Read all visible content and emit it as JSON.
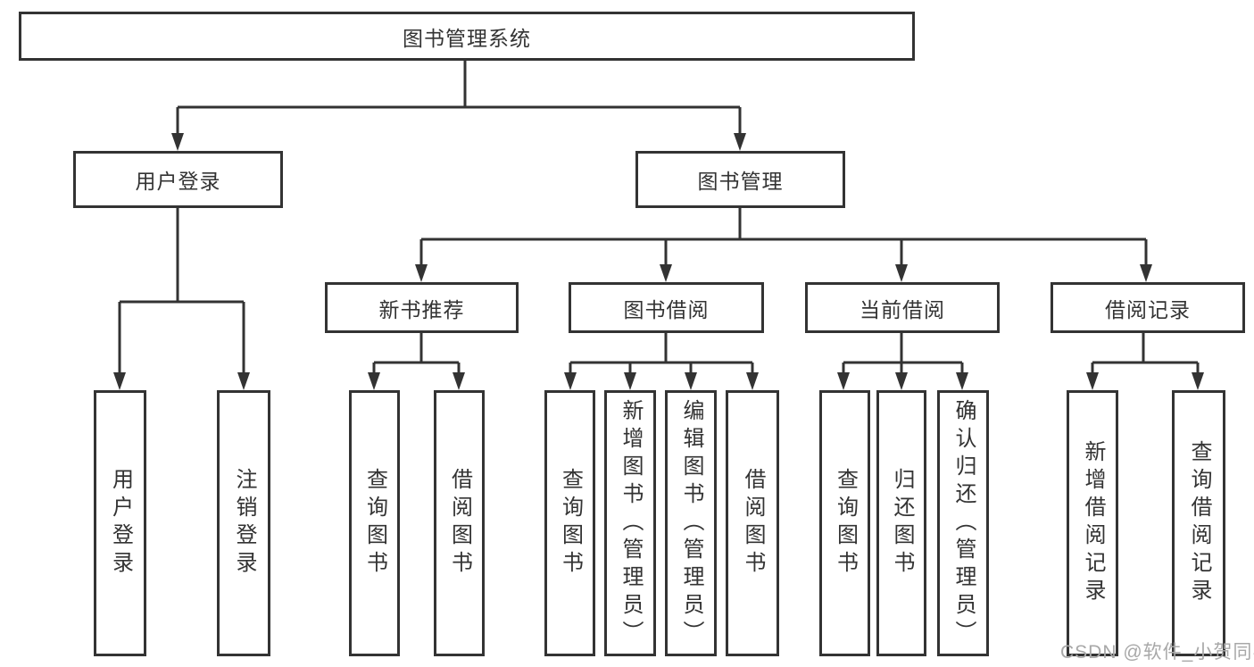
{
  "page": {
    "background": "#ffffff",
    "line_color": "#333333",
    "box_border_color": "#333333",
    "text_color": "#333333",
    "watermark": "CSDN @软件_小贺同学",
    "watermark_color": "#a8a8a8"
  },
  "tree": {
    "root": "图书管理系统",
    "user_login_branch": {
      "label": "用户登录",
      "children": [
        "用户登录",
        "注销登录"
      ]
    },
    "book_mgmt_branch": {
      "label": "图书管理",
      "children": [
        {
          "label": "新书推荐",
          "children": [
            "查询图书",
            "借阅图书"
          ]
        },
        {
          "label": "图书借阅",
          "children": [
            "查询图书",
            "新增图书（管理员）",
            "编辑图书（管理员）",
            "借阅图书"
          ]
        },
        {
          "label": "当前借阅",
          "children": [
            "查询图书",
            "归还图书",
            "确认归还（管理员）"
          ]
        },
        {
          "label": "借阅记录",
          "children": [
            "新增借阅记录",
            "查询借阅记录"
          ]
        }
      ]
    }
  }
}
